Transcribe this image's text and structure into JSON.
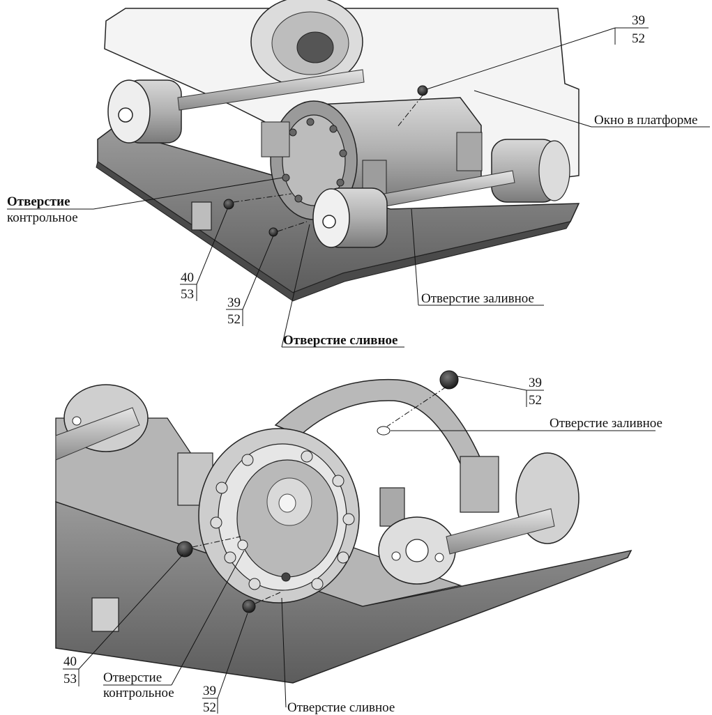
{
  "top_view": {
    "callout_top_right": {
      "upper": "39",
      "lower": "52"
    },
    "window_label": "Окно в платформе",
    "control_hole_line1": "Отверстие",
    "control_hole_line2": "контрольное",
    "callout_left": {
      "upper": "40",
      "lower": "53"
    },
    "callout_mid": {
      "upper": "39",
      "lower": "52"
    },
    "fill_hole_label": "Отверстие заливное",
    "drain_hole_label": "Отверстие сливное"
  },
  "bottom_view": {
    "callout_top": {
      "upper": "39",
      "lower": "52"
    },
    "fill_hole_label": "Отверстие заливное",
    "callout_left": {
      "upper": "40",
      "lower": "53"
    },
    "control_hole_line1": "Отверстие",
    "control_hole_line2": "контрольное",
    "callout_mid": {
      "upper": "39",
      "lower": "52"
    },
    "drain_hole_label": "Отверстие сливное"
  }
}
